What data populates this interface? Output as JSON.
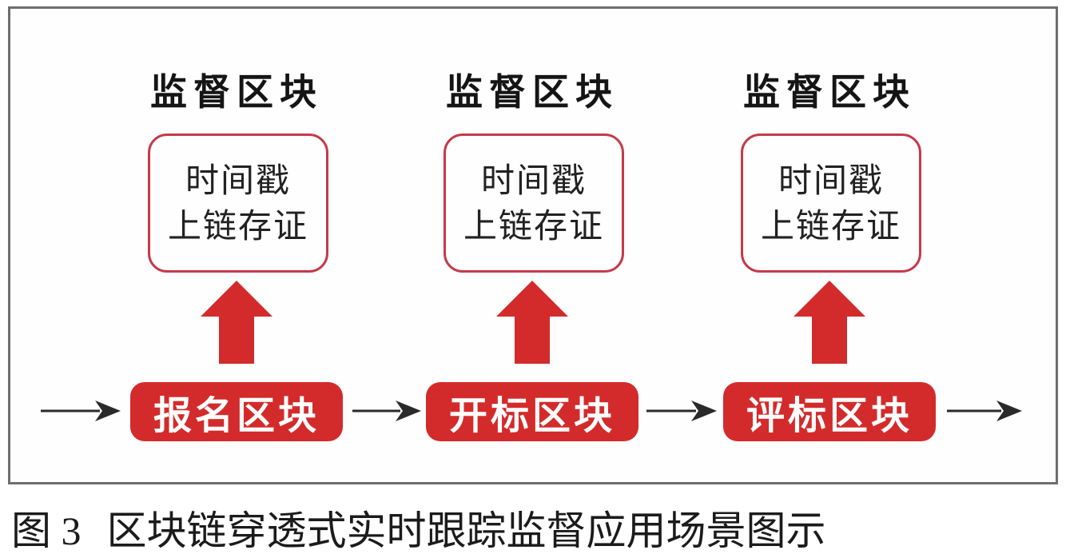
{
  "diagram": {
    "columns": [
      {
        "label": "监督区块",
        "box_line1": "时间戳",
        "box_line2": "上链存证",
        "pill": "报名区块"
      },
      {
        "label": "监督区块",
        "box_line1": "时间戳",
        "box_line2": "上链存证",
        "pill": "开标区块"
      },
      {
        "label": "监督区块",
        "box_line1": "时间戳",
        "box_line2": "上链存证",
        "pill": "评标区块"
      }
    ],
    "icons": {
      "up_arrow": "up-block-arrow-icon",
      "flow_arrow": "right-flow-arrow-icon"
    },
    "colors": {
      "block_red": "#d32b2b",
      "stamp_box_border": "#c43a4a",
      "frame_border": "#6e6e6e",
      "flow_arrow_black": "#2a2a2a",
      "label_text": "#151515",
      "pill_text": "#ffffff"
    }
  },
  "caption": {
    "prefix": "图 3",
    "text": "区块链穿透式实时跟踪监督应用场景图示"
  }
}
